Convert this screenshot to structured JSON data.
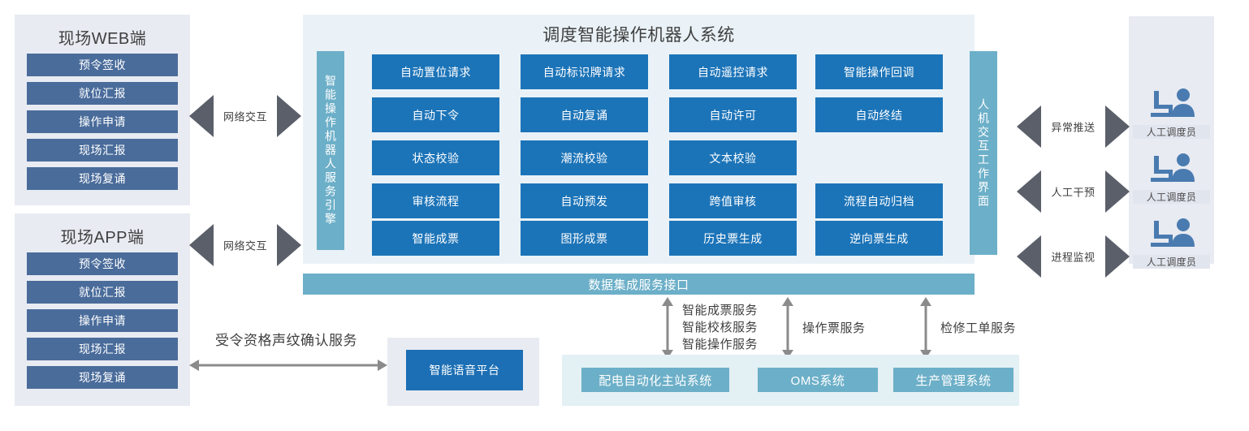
{
  "clients": [
    {
      "title": "现场WEB端",
      "items": [
        "预令签收",
        "就位汇报",
        "操作申请",
        "现场汇报",
        "现场复诵"
      ]
    },
    {
      "title": "现场APP端",
      "items": [
        "预令签收",
        "就位汇报",
        "操作申请",
        "现场汇报",
        "现场复诵"
      ]
    }
  ],
  "network_arrows": [
    {
      "label": "网络交互"
    },
    {
      "label": "网络交互"
    }
  ],
  "main": {
    "title": "调度智能操作机器人系统",
    "left_column": "智能操作机器人服务引擎",
    "right_column": "人机交互工作界面",
    "functions": [
      [
        "自动置位请求",
        "自动标识牌请求",
        "自动遥控请求",
        "智能操作回调"
      ],
      [
        "自动下令",
        "自动复诵",
        "自动许可",
        "自动终结"
      ],
      [
        "状态校验",
        "潮流校验",
        "文本校验"
      ],
      [
        "审核流程",
        "自动预发",
        "跨值审核",
        "流程自动归档"
      ],
      [
        "智能成票",
        "图形成票",
        "历史票生成",
        "逆向票生成"
      ]
    ]
  },
  "integration_bar": {
    "label": "数据集成服务接口"
  },
  "service_links": [
    {
      "label": "智能成票服务\n智能校核服务\n智能操作服务"
    },
    {
      "label": "操作票服务"
    },
    {
      "label": "检修工单服务"
    }
  ],
  "bottom_systems": [
    "配电自动化主站系统",
    "OMS系统",
    "生产管理系统"
  ],
  "voice": {
    "service_label": "受令资格声纹确认服务",
    "platform_label": "智能语音平台"
  },
  "dispatchers": [
    {
      "arrow_label": "异常推送",
      "label": "人工调度员",
      "icon": "operator-at-console-icon"
    },
    {
      "arrow_label": "人工干预",
      "label": "人工调度员",
      "icon": "operator-at-console-icon"
    },
    {
      "arrow_label": "进程监视",
      "label": "人工调度员",
      "icon": "operator-at-console-icon"
    }
  ],
  "colors": {
    "panel_grey": "#e8ebf2",
    "panel_main": "#eaf2f7",
    "panel_lightblue": "#e3f0f4",
    "client_button": "#4a6c9b",
    "function_box": "#1c74b8",
    "teal": "#6cafc8",
    "arrow_grey": "#5a5f6a",
    "thin_arrow": "#8b8b8b",
    "text_dark": "#3f3f3f"
  }
}
